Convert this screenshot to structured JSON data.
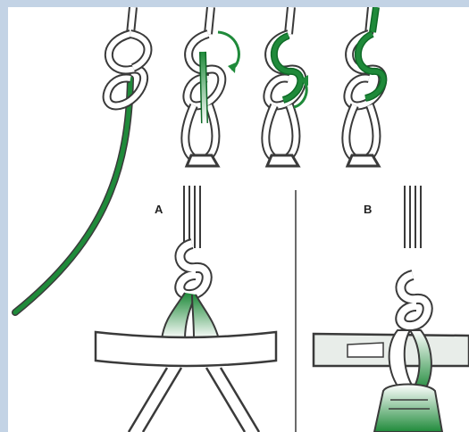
{
  "figure": {
    "panel_labels": {
      "a": "A",
      "b": "B"
    },
    "colors": {
      "background": "#c3d3e5",
      "rope_green": "#1f8a3a",
      "rope_green_dark": "#0f6a27",
      "rope_white": "#ffffff",
      "outline": "#3a3a3a",
      "harness_gray": "#e8ede9"
    },
    "icons": [
      "figure-eight-knot",
      "rotation-arrow",
      "harness-loop"
    ]
  }
}
